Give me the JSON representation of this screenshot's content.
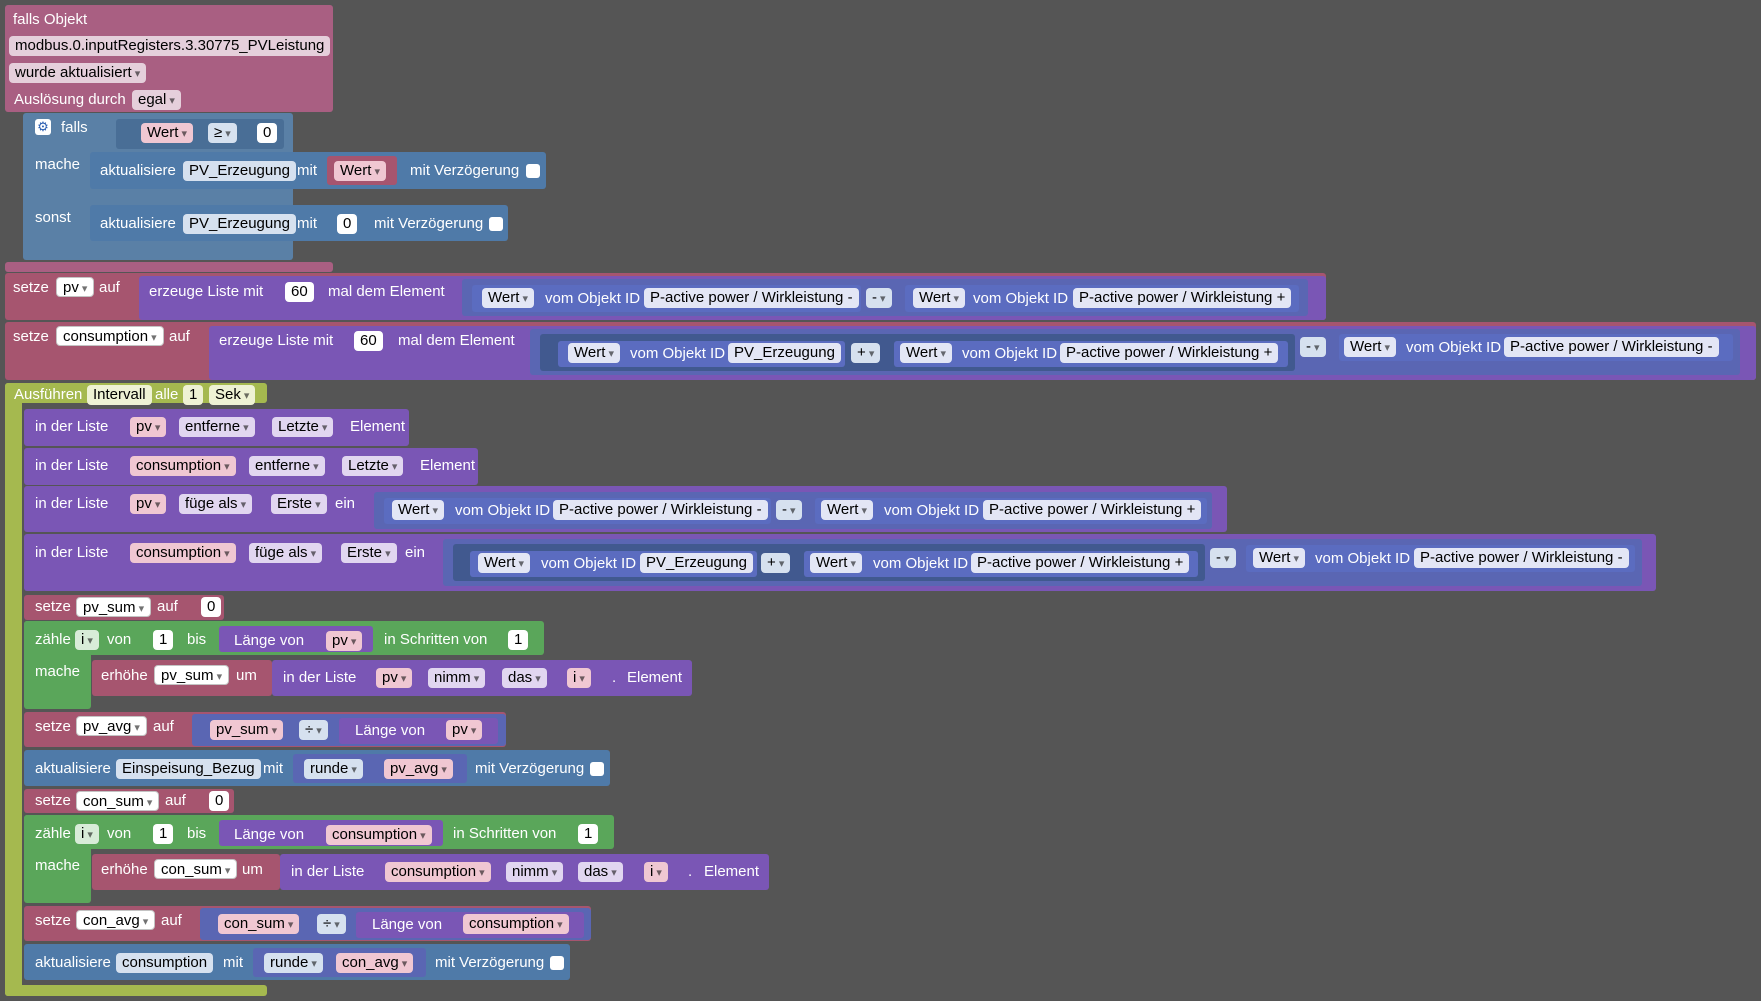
{
  "labels": {
    "falls_objekt": "falls Objekt",
    "ausloesung_durch": "Auslösung durch",
    "falls": "falls",
    "mache": "mache",
    "sonst": "sonst",
    "aktualisiere": "aktualisiere",
    "mit": "mit",
    "mit_verzoegerung": "mit Verzögerung",
    "setze": "setze",
    "auf": "auf",
    "erzeuge_liste_mit": "erzeuge Liste mit",
    "mal_dem_element": "mal dem Element",
    "vom_objekt_id": "vom Objekt ID",
    "ausfuehren": "Ausführen",
    "alle": "alle",
    "in_der_liste": "in der Liste",
    "element": "Element",
    "ein": "ein",
    "zaehle": "zähle",
    "von": "von",
    "bis": "bis",
    "laenge_von": "Länge von",
    "in_schritten_von": "in Schritten von",
    "erhoehe": "erhöhe",
    "um": "um",
    "dot": "."
  },
  "trigger": {
    "object_id": "modbus.0.inputRegisters.3.30775_PVLeistung",
    "condition": "wurde aktualisiert",
    "trigger_by": "egal"
  },
  "if_block": {
    "var": "Wert",
    "op": "≥",
    "value": "0",
    "update_target": "PV_Erzeugung",
    "update_value": "Wert",
    "else_value": "0"
  },
  "set_pv": {
    "var": "pv",
    "count": "60",
    "left_attr": "Wert",
    "left_obj": "P-active power / Wirkleistung -",
    "op": "-",
    "right_attr": "Wert",
    "right_obj": "P-active power / Wirkleistung +"
  },
  "set_consumption": {
    "var": "consumption",
    "count": "60",
    "a_attr": "Wert",
    "a_obj": "PV_Erzeugung",
    "plus": "+",
    "b_attr": "Wert",
    "b_obj": "P-active power / Wirkleistung +",
    "minus": "-",
    "c_attr": "Wert",
    "c_obj": "P-active power / Wirkleistung -"
  },
  "interval": {
    "mode": "Intervall",
    "every": "1",
    "unit": "Sek"
  },
  "list_ops": {
    "pv": "pv",
    "consumption": "consumption",
    "entferne": "entferne",
    "letzte": "Letzte",
    "fuege_als": "füge als",
    "erste": "Erste",
    "attr": "Wert",
    "obj_minus": "P-active power / Wirkleistung -",
    "obj_plus": "P-active power / Wirkleistung +",
    "obj_pv": "PV_Erzeugung",
    "minus": "-",
    "plus": "+"
  },
  "pv_loop": {
    "sum_var": "pv_sum",
    "init": "0",
    "i": "i",
    "from": "1",
    "step": "1",
    "list": "pv",
    "nimm": "nimm",
    "das": "das",
    "avg_var": "pv_avg",
    "div": "÷",
    "target": "Einspeisung_Bezug",
    "runde": "runde"
  },
  "con_loop": {
    "sum_var": "con_sum",
    "init": "0",
    "i": "i",
    "from": "1",
    "step": "1",
    "list": "consumption",
    "nimm": "nimm",
    "das": "das",
    "avg_var": "con_avg",
    "div": "÷",
    "target": "consumption",
    "runde": "runde"
  }
}
